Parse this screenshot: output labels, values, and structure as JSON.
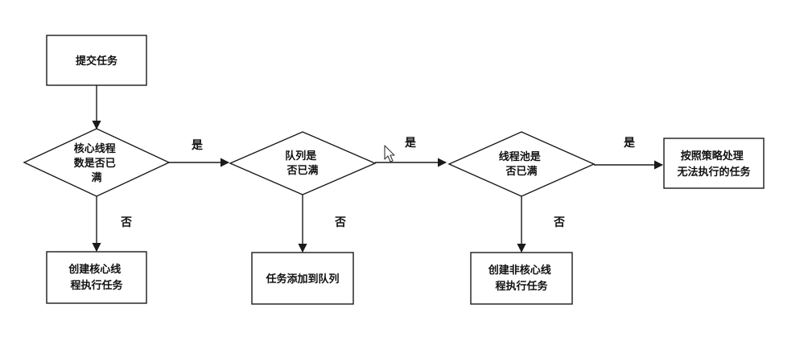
{
  "nodes": {
    "submit": {
      "lines": [
        "提交任务"
      ]
    },
    "core_dec": {
      "lines": [
        "核心线程",
        "数是否已",
        "满"
      ]
    },
    "core_act": {
      "lines": [
        "创建核心线",
        "程执行任务"
      ]
    },
    "queue_dec": {
      "lines": [
        "队列是",
        "否已满"
      ]
    },
    "queue_act": {
      "lines": [
        "任务添加到队列"
      ]
    },
    "pool_dec": {
      "lines": [
        "线程池是",
        "否已满"
      ]
    },
    "pool_act": {
      "lines": [
        "创建非核心线",
        "程执行任务"
      ]
    },
    "reject": {
      "lines": [
        "按照策略处理",
        "无法执行的任务"
      ]
    }
  },
  "edges": {
    "yes_label": "是",
    "no_label": "否"
  },
  "colors": {
    "stroke": "#1a1a1a",
    "text": "#111111",
    "background": "#ffffff"
  }
}
